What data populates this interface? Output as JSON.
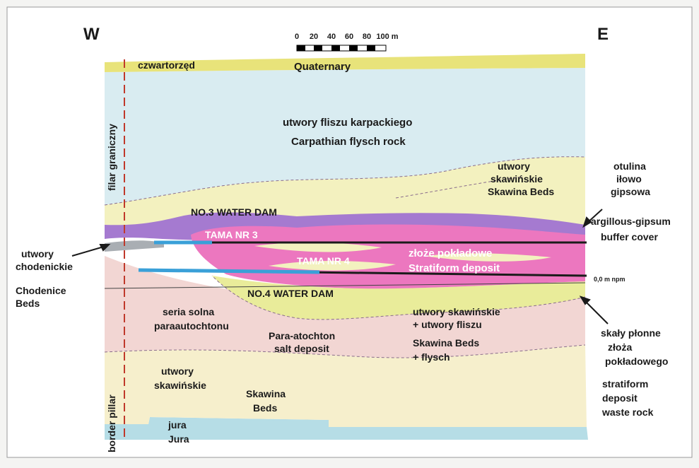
{
  "compass": {
    "west": "W",
    "east": "E"
  },
  "scale_bar": {
    "ticks": [
      "0",
      "20",
      "40",
      "60",
      "80",
      "100 m"
    ]
  },
  "labels": {
    "czwartorzed": "czwartorzęd",
    "quaternary": "Quaternary",
    "flysch_pl": "utwory fliszu karpackiego",
    "flysch_en": "Carpathian flysch rock",
    "filar_graniczny": "filar graniczny",
    "border_pillar": "border pillar",
    "skawina_upper_pl_1": "utwory",
    "skawina_upper_pl_2": "skawińskie",
    "skawina_upper_en": "Skawina Beds",
    "otulina_1": "otulina",
    "otulina_2": "iłowo",
    "otulina_3": "gipsowa",
    "buffer_1": "argillous-gipsum",
    "buffer_2": "buffer cover",
    "water_dam_3": "NO.3 WATER DAM",
    "tama_3": "TAMA NR 3",
    "tama_4": "TAMA NR 4",
    "zloze_pl": "złoże pokładowe",
    "zloze_en": "Stratiform deposit",
    "npm": "0,0 m npm",
    "water_dam_4": "NO.4 WATER DAM",
    "chodenickie_pl_1": "utwory",
    "chodenickie_pl_2": "chodenickie",
    "chodenice_en_1": "Chodenice",
    "chodenice_en_2": "Beds",
    "seria_1": "seria solna",
    "seria_2": "paraautochtonu",
    "para_1": "Para-atochton",
    "para_2": "salt deposit",
    "skaw_flysch_pl_1": "utwory skawińskie",
    "skaw_flysch_pl_2": "+ utwory fliszu",
    "skaw_flysch_en_1": "Skawina Beds",
    "skaw_flysch_en_2": "+ flysch",
    "skawinskie_low_1": "utwory",
    "skawinskie_low_2": "skawińskie",
    "skawina_low_1": "Skawina",
    "skawina_low_2": "Beds",
    "jura_pl": "jura",
    "jura_en": "Jura",
    "skaly_1": "skały płonne",
    "skaly_2": "złoża",
    "skaly_3": "pokładowego",
    "waste_1": "stratiform",
    "waste_2": "deposit",
    "waste_3": "waste rock"
  },
  "colors": {
    "quaternary": "#e8e37a",
    "flysch": "#d9ecf1",
    "skawina": "#f3f1bf",
    "otulina": "#a57ad0",
    "stratiform": "#ec77bf",
    "salt": "#f2d6d3",
    "lower_skawina": "#f6efcc",
    "jura": "#b6dde6",
    "border": "#c0392b"
  }
}
